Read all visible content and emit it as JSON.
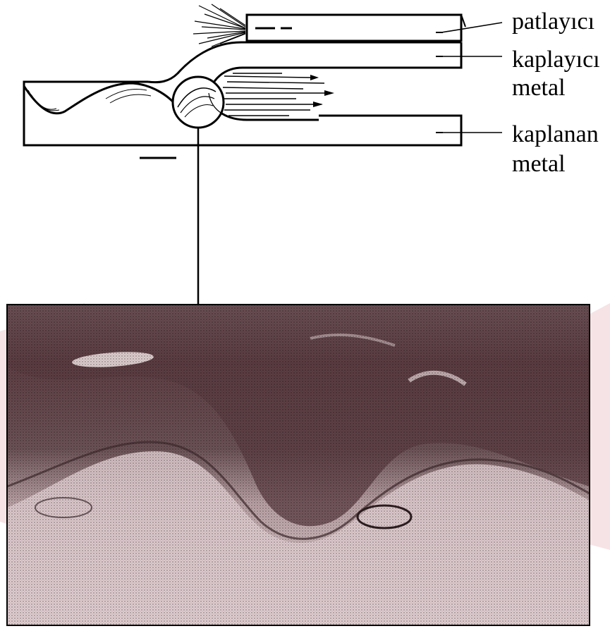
{
  "labels": {
    "explosive": "patlayıcı",
    "cladding_metal_line1": "kaplayıcı",
    "cladding_metal_line2": "metal",
    "base_metal_line1": "kaplanan",
    "base_metal_line2": "metal"
  },
  "colors": {
    "line": "#000000",
    "micrograph_dark": "#5e3f44",
    "micrograph_mid": "#7a6167",
    "micrograph_light": "#d9c6c8",
    "watermark": "#f3dadd"
  }
}
